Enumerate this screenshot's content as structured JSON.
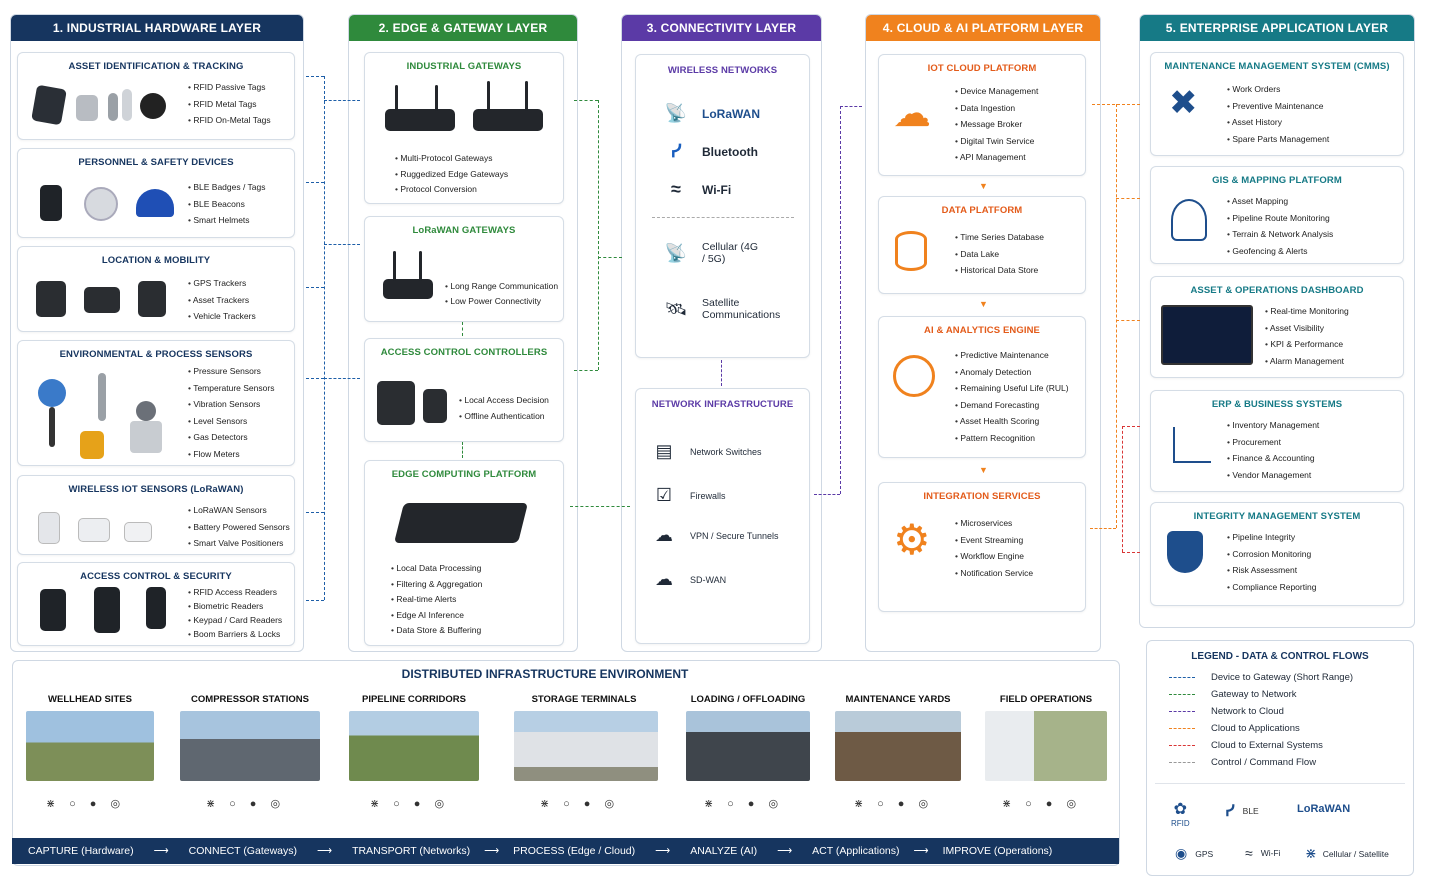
{
  "layers": [
    {
      "title": "1. INDUSTRIAL HARDWARE LAYER",
      "color": "#16355f"
    },
    {
      "title": "2. EDGE & GATEWAY LAYER",
      "color": "#2f8a3c"
    },
    {
      "title": "3. CONNECTIVITY LAYER",
      "color": "#5b3aa6"
    },
    {
      "title": "4. CLOUD & AI PLATFORM LAYER",
      "color": "#f0821e"
    },
    {
      "title": "5. ENTERPRISE APPLICATION LAYER",
      "color": "#167a86"
    }
  ],
  "hardware": [
    {
      "title": "ASSET IDENTIFICATION & TRACKING",
      "items": [
        "RFID Passive Tags",
        "RFID Metal Tags",
        "RFID On-Metal Tags"
      ]
    },
    {
      "title": "PERSONNEL & SAFETY DEVICES",
      "items": [
        "BLE Badges / Tags",
        "BLE Beacons",
        "Smart Helmets"
      ]
    },
    {
      "title": "LOCATION & MOBILITY",
      "items": [
        "GPS Trackers",
        "Asset Trackers",
        "Vehicle Trackers"
      ]
    },
    {
      "title": "ENVIRONMENTAL & PROCESS SENSORS",
      "items": [
        "Pressure Sensors",
        "Temperature Sensors",
        "Vibration Sensors",
        "Level Sensors",
        "Gas Detectors",
        "Flow Meters"
      ]
    },
    {
      "title": "WIRELESS IOT SENSORS (LoRaWAN)",
      "items": [
        "LoRaWAN Sensors",
        "Battery Powered Sensors",
        "Smart Valve Positioners"
      ]
    },
    {
      "title": "ACCESS CONTROL & SECURITY",
      "items": [
        "RFID Access Readers",
        "Biometric Readers",
        "Keypad / Card Readers",
        "Boom Barriers & Locks"
      ]
    }
  ],
  "edge": [
    {
      "title": "INDUSTRIAL GATEWAYS",
      "items": [
        "Multi-Protocol Gateways",
        "Ruggedized Edge Gateways",
        "Protocol Conversion"
      ]
    },
    {
      "title": "LoRaWAN GATEWAYS",
      "items": [
        "Long Range Communication",
        "Low Power Connectivity"
      ]
    },
    {
      "title": "ACCESS CONTROL CONTROLLERS",
      "items": [
        "Local Access Decision",
        "Offline Authentication"
      ]
    },
    {
      "title": "EDGE COMPUTING PLATFORM",
      "items": [
        "Local Data Processing",
        "Filtering & Aggregation",
        "Real-time Alerts",
        "Edge AI Inference",
        "Data Store & Buffering"
      ]
    }
  ],
  "connectivity": {
    "wireless_title": "WIRELESS NETWORKS",
    "wireless": [
      "LoRaWAN",
      "Bluetooth",
      "Wi-Fi"
    ],
    "cellular": "Cellular (4G / 5G)",
    "satellite": "Satellite Communications",
    "infra_title": "NETWORK INFRASTRUCTURE",
    "infra": [
      "Network Switches",
      "Firewalls",
      "VPN / Secure Tunnels",
      "SD-WAN"
    ]
  },
  "cloud": [
    {
      "title": "IOT CLOUD PLATFORM",
      "items": [
        "Device Management",
        "Data Ingestion",
        "Message Broker",
        "Digital Twin Service",
        "API Management"
      ]
    },
    {
      "title": "DATA PLATFORM",
      "items": [
        "Time Series Database",
        "Data Lake",
        "Historical Data Store"
      ]
    },
    {
      "title": "AI & ANALYTICS ENGINE",
      "items": [
        "Predictive Maintenance",
        "Anomaly Detection",
        "Remaining Useful Life (RUL)",
        "Demand Forecasting",
        "Asset Health Scoring",
        "Pattern Recognition"
      ]
    },
    {
      "title": "INTEGRATION SERVICES",
      "items": [
        "Microservices",
        "Event Streaming",
        "Workflow Engine",
        "Notification Service"
      ]
    }
  ],
  "enterprise": [
    {
      "title": "MAINTENANCE MANAGEMENT SYSTEM (CMMS)",
      "items": [
        "Work Orders",
        "Preventive Maintenance",
        "Asset History",
        "Spare Parts Management"
      ]
    },
    {
      "title": "GIS & MAPPING PLATFORM",
      "items": [
        "Asset Mapping",
        "Pipeline Route Monitoring",
        "Terrain & Network Analysis",
        "Geofencing & Alerts"
      ]
    },
    {
      "title": "ASSET & OPERATIONS DASHBOARD",
      "items": [
        "Real-time Monitoring",
        "Asset Visibility",
        "KPI & Performance",
        "Alarm Management"
      ]
    },
    {
      "title": "ERP & BUSINESS SYSTEMS",
      "items": [
        "Inventory Management",
        "Procurement",
        "Finance & Accounting",
        "Vendor Management"
      ]
    },
    {
      "title": "INTEGRITY MANAGEMENT SYSTEM",
      "items": [
        "Pipeline Integrity",
        "Corrosion Monitoring",
        "Risk Assessment",
        "Compliance Reporting"
      ]
    }
  ],
  "env": {
    "title": "DISTRIBUTED INFRASTRUCTURE ENVIRONMENT",
    "sites": [
      "WELLHEAD SITES",
      "COMPRESSOR STATIONS",
      "PIPELINE CORRIDORS",
      "STORAGE TERMINALS",
      "LOADING / OFFLOADING",
      "MAINTENANCE YARDS",
      "FIELD OPERATIONS"
    ]
  },
  "flow": [
    "CAPTURE (Hardware)",
    "CONNECT (Gateways)",
    "TRANSPORT (Networks)",
    "PROCESS (Edge / Cloud)",
    "ANALYZE (AI)",
    "ACT (Applications)",
    "IMPROVE (Operations)"
  ],
  "legend": {
    "title": "LEGEND - DATA & CONTROL FLOWS",
    "rows": [
      {
        "label": "Device to Gateway (Short Range)",
        "color": "#1e5fa8"
      },
      {
        "label": "Gateway to Network",
        "color": "#2f8a3c"
      },
      {
        "label": "Network to Cloud",
        "color": "#5b3aa6"
      },
      {
        "label": "Cloud to Applications",
        "color": "#f0821e"
      },
      {
        "label": "Cloud to External Systems",
        "color": "#d93636"
      },
      {
        "label": "Control / Command Flow",
        "color": "#999999"
      }
    ],
    "tech": {
      "rfid": "RFID",
      "ble": "BLE",
      "lorawan": "LoRaWAN",
      "gps": "GPS",
      "wifi": "Wi-Fi",
      "cell": "Cellular / Satellite"
    }
  }
}
